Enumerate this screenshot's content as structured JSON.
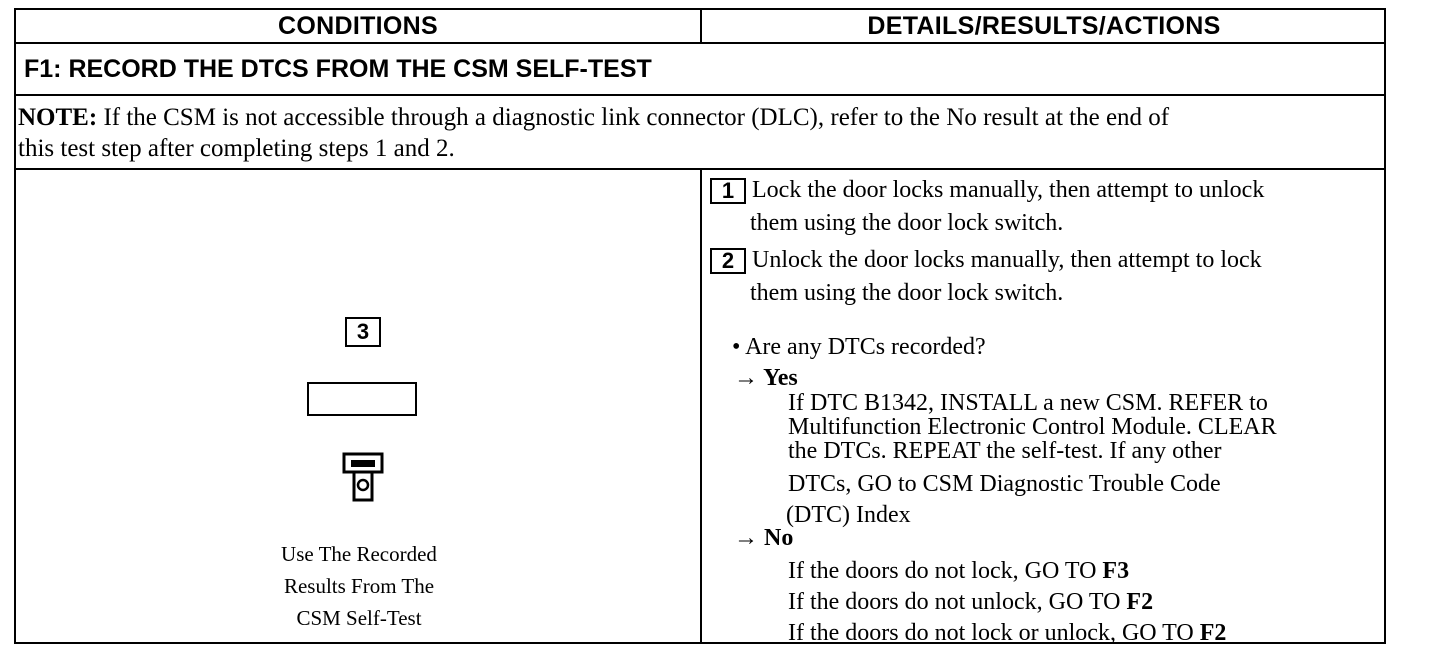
{
  "header": {
    "conditions": "CONDITIONS",
    "details": "DETAILS/RESULTS/ACTIONS"
  },
  "step_title": "F1: RECORD THE DTCS FROM THE CSM SELF-TEST",
  "note": {
    "label": "NOTE:",
    "line1": " If the CSM is not accessible through a diagnostic link connector (DLC), refer to the No result at the end of",
    "line2": "this test step after completing steps 1 and 2."
  },
  "left": {
    "step_number": "3",
    "caption": [
      "Use The Recorded",
      "Results From The",
      "CSM Self-Test"
    ],
    "icons": [
      "display-screen-icon",
      "connector-plug-icon"
    ]
  },
  "actions": {
    "step1": {
      "number": "1",
      "line1": "Lock the door locks manually, then attempt to unlock",
      "line2": "them using the door lock switch."
    },
    "step2": {
      "number": "2",
      "line1": "Unlock the door locks manually, then attempt to lock",
      "line2": "them using the door lock switch."
    },
    "question": "• Are any DTCs recorded?",
    "yes": {
      "label": "→ Yes",
      "lines": [
        "If DTC B1342, INSTALL a new CSM. REFER to",
        "Multifunction Electronic Control Module. CLEAR",
        "the DTCs. REPEAT the self-test. If any other",
        "DTCs, GO to CSM  Diagnostic Trouble Code",
        "(DTC) Index"
      ]
    },
    "no": {
      "label": "→ No",
      "lines": [
        {
          "text": "If the doors do not lock, GO TO ",
          "target": "F3"
        },
        {
          "text": "If the doors do not unlock, GO TO ",
          "target": "F2"
        },
        {
          "text": "If the doors do not lock or unlock, GO TO ",
          "target": "F2"
        }
      ]
    }
  }
}
